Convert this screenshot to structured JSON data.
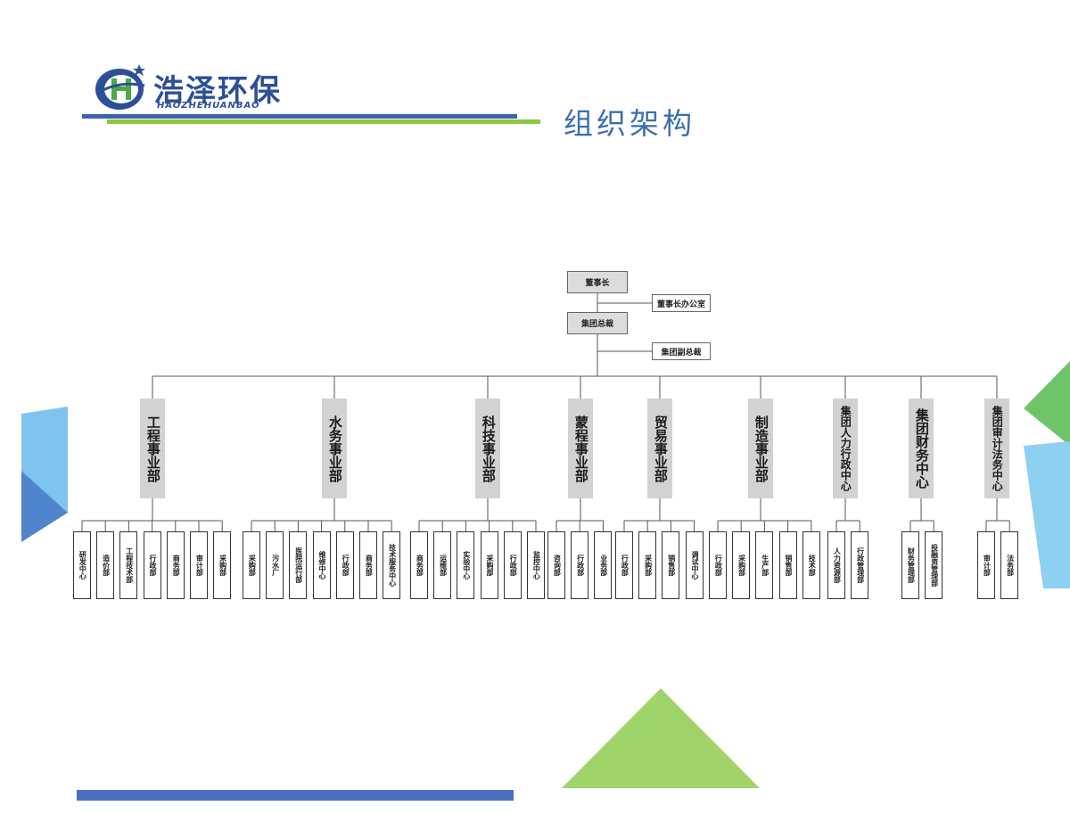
{
  "brand": {
    "name": "浩泽环保",
    "romanized": "HAOZHEHUANBAO"
  },
  "page": {
    "title": "组织架构"
  },
  "colors": {
    "brand_blue": "#2c4f96",
    "accent_green": "#8cc63f",
    "title_blue": "#3b6fb0",
    "box_gray": "#d2d2d2"
  },
  "top": {
    "chairman": "董事长",
    "chairman_office": "董事长办公室",
    "president": "集团总裁",
    "vice_president": "集团副总裁"
  },
  "departments": [
    {
      "name": "工程事业部",
      "units": [
        "研发中心",
        "造价部",
        "工程技术部",
        "行政部",
        "商务部",
        "审计部",
        "采购部"
      ]
    },
    {
      "name": "水务事业部",
      "units": [
        "采购部",
        "污水厂",
        "医院运行部",
        "维修中心",
        "行政部",
        "商务部",
        "技术服务中心"
      ]
    },
    {
      "name": "科技事业部",
      "units": [
        "商务部",
        "运维部",
        "实验中心",
        "采购部",
        "行政部",
        "监控中心"
      ]
    },
    {
      "name": "蒙程事业部",
      "units": [
        "咨询部",
        "行政部",
        "业务部"
      ]
    },
    {
      "name": "贸易事业部",
      "units": [
        "行政部",
        "采购部",
        "销售部",
        "调试中心"
      ]
    },
    {
      "name": "制造事业部",
      "units": [
        "行政部",
        "采购部",
        "生产部",
        "销售部",
        "技术部"
      ]
    },
    {
      "name": "集团人力行政中心",
      "units": [
        "人力资源部",
        "行政管理部"
      ]
    },
    {
      "name": "集团财务中心",
      "units": [
        "财务管理部",
        "投融资管理部"
      ]
    },
    {
      "name": "集团审计法务中心",
      "units": [
        "审计部",
        "法务部"
      ]
    }
  ]
}
